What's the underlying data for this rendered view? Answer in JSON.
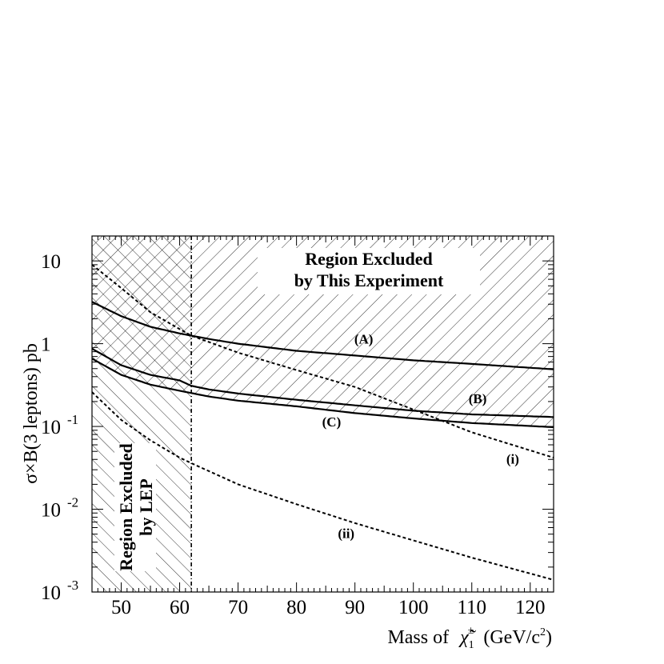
{
  "chart_data": {
    "type": "line",
    "title": "",
    "xlabel": "Mass of  χ̃₁±  (GeV/c²)",
    "xlabel_parts": {
      "prefix": "Mass of ",
      "symbol": "χ̃",
      "sub": "1",
      "sup": "±",
      "unit_open": "(GeV/c",
      "unit_sup": "2",
      "unit_close": ")"
    },
    "ylabel": "σ×B(3 leptons) pb",
    "xlim": [
      45,
      124
    ],
    "ylim": [
      0.001,
      20
    ],
    "yscale": "log",
    "grid": false,
    "x_ticks": [
      "50",
      "60",
      "70",
      "80",
      "90",
      "100",
      "110",
      "120"
    ],
    "y_ticks": [
      {
        "base": "10",
        "exp": "-3"
      },
      {
        "base": "10",
        "exp": "-2"
      },
      {
        "base": "10",
        "exp": "-1"
      },
      {
        "base": "1",
        "exp": ""
      },
      {
        "base": "10",
        "exp": ""
      }
    ],
    "regions": [
      {
        "name": "Region Excluded by This Experiment",
        "lines": [
          "Region Excluded",
          "by This Experiment"
        ],
        "hatch": "diagonal",
        "bounded_below_by": "C",
        "x_from": 45
      },
      {
        "name": "Region Excluded by LEP",
        "lines": [
          "Region Excluded",
          "by LEP"
        ],
        "hatch": "back-diagonal",
        "x_to": 62
      }
    ],
    "lep_limit_x": 62,
    "series": [
      {
        "name": "(A)",
        "style": "solid",
        "x": [
          45,
          50,
          55,
          60,
          65,
          70,
          80,
          90,
          100,
          110,
          124
        ],
        "y": [
          3.2,
          2.15,
          1.6,
          1.33,
          1.14,
          1.0,
          0.82,
          0.72,
          0.63,
          0.57,
          0.49
        ]
      },
      {
        "name": "(B)",
        "style": "solid",
        "x": [
          45,
          50,
          55,
          60,
          62,
          65,
          70,
          80,
          90,
          100,
          110,
          124
        ],
        "y": [
          0.87,
          0.55,
          0.42,
          0.36,
          0.31,
          0.28,
          0.25,
          0.21,
          0.18,
          0.155,
          0.14,
          0.13
        ]
      },
      {
        "name": "(C)",
        "style": "solid",
        "x": [
          45,
          50,
          55,
          60,
          65,
          70,
          80,
          90,
          100,
          110,
          124
        ],
        "y": [
          0.66,
          0.42,
          0.32,
          0.27,
          0.23,
          0.205,
          0.175,
          0.145,
          0.125,
          0.11,
          0.098
        ]
      },
      {
        "name": "(i)",
        "style": "dashed",
        "x": [
          45,
          50,
          55,
          60,
          62,
          70,
          80,
          90,
          100,
          110,
          124
        ],
        "y": [
          9.0,
          4.7,
          2.4,
          1.5,
          1.25,
          0.78,
          0.48,
          0.3,
          0.16,
          0.085,
          0.042
        ]
      },
      {
        "name": "(ii)",
        "style": "dashed",
        "x": [
          45,
          50,
          55,
          60,
          62,
          70,
          80,
          90,
          100,
          110,
          124
        ],
        "y": [
          0.26,
          0.12,
          0.068,
          0.042,
          0.036,
          0.02,
          0.0115,
          0.0068,
          0.0042,
          0.0026,
          0.0014
        ]
      }
    ],
    "curve_label_positions": [
      {
        "name": "(A)",
        "x": 91.5,
        "y": 1.0
      },
      {
        "name": "(B)",
        "x": 111,
        "y": 0.19
      },
      {
        "name": "(C)",
        "x": 86,
        "y": 0.1
      },
      {
        "name": "(i)",
        "x": 117,
        "y": 0.0355
      },
      {
        "name": "(ii)",
        "x": 88.5,
        "y": 0.0045
      }
    ]
  }
}
